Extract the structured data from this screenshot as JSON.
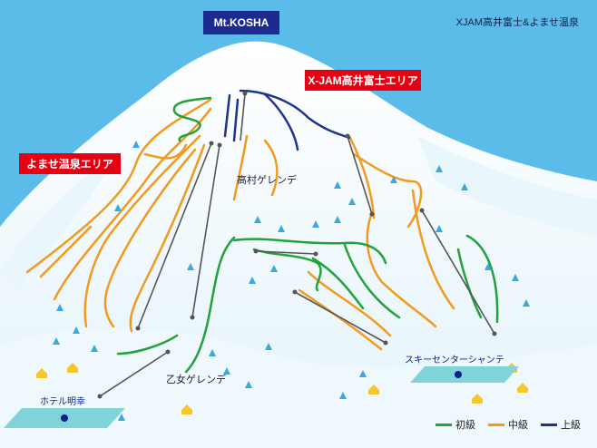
{
  "title": "XJAM高井富士&よませ温泉",
  "peak_label": "Mt.KOSHA",
  "areas": {
    "xjam": "X-JAM高井富士エリア",
    "yomase": "よませ温泉エリア"
  },
  "slopes": {
    "takamura": "高村ゲレンデ",
    "otome": "乙女ゲレンデ"
  },
  "facilities": {
    "ski_center": "スキーセンターシャンテ",
    "hotel": "ホテル明幸"
  },
  "legend": [
    {
      "label": "初級",
      "color": "#22a23a"
    },
    {
      "label": "中級",
      "color": "#f39a1e"
    },
    {
      "label": "上級",
      "color": "#1d3390"
    }
  ],
  "colors": {
    "sky": "#5bbcea",
    "snow": "#ffffff",
    "snow_shade": "#d9eef9",
    "beginner": "#22a23a",
    "intermediate": "#f39a1e",
    "advanced": "#1d3390",
    "lift": "#555555",
    "tree": "#3aa9dd",
    "lodge": "#f5c72a",
    "red_label": "#e60012",
    "navy_label": "#1b2b8f"
  }
}
